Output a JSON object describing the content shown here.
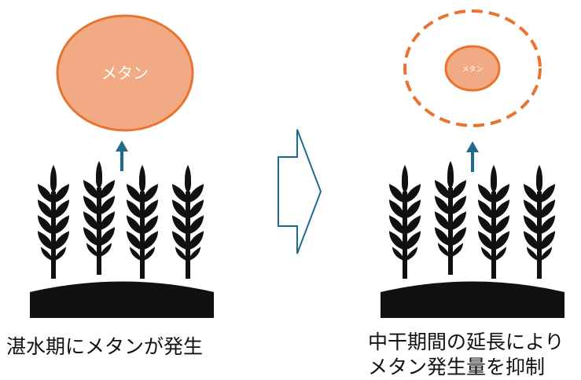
{
  "left_panel": {
    "bubble_label": "メタン",
    "caption": "湛水期にメタンが発生"
  },
  "right_panel": {
    "bubble_label": "メタン",
    "caption_line1": "中干期間の延長により",
    "caption_line2": "メタン発生量を抑制"
  },
  "colors": {
    "methane_fill": "#F2AA84",
    "methane_stroke": "#E8742F",
    "arrow": "#1E6B8C",
    "plant": "#111111"
  }
}
